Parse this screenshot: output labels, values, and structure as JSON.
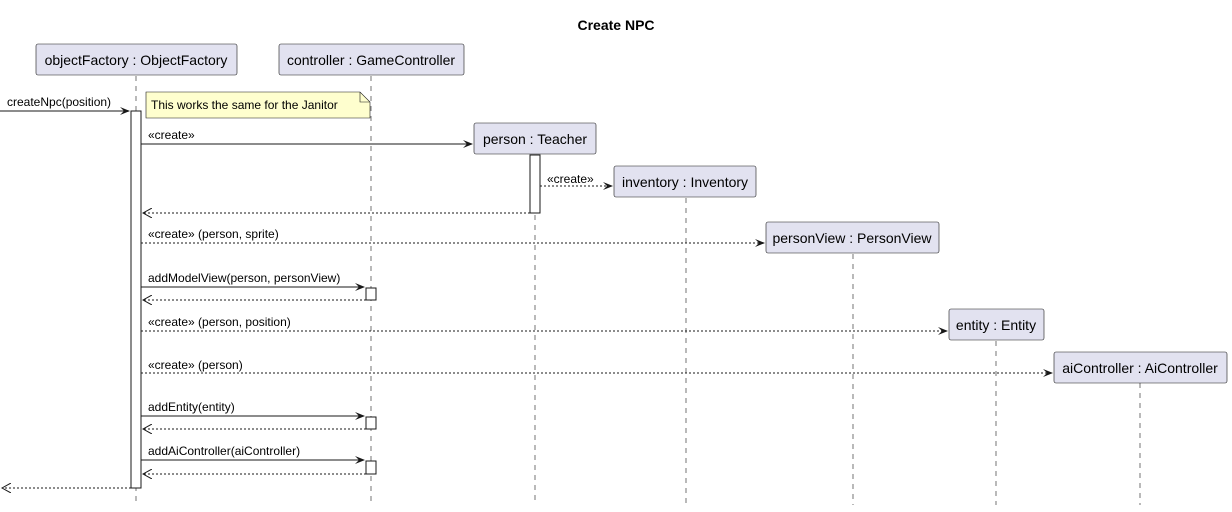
{
  "title": "Create NPC",
  "participants": {
    "objectFactory": "objectFactory : ObjectFactory",
    "controller": "controller : GameController",
    "person": "person : Teacher",
    "inventory": "inventory : Inventory",
    "personView": "personView : PersonView",
    "entity": "entity : Entity",
    "aiController": "aiController : AiController"
  },
  "note": "This works the same for the Janitor",
  "messages": {
    "createNpc": "createNpc(position)",
    "createPerson": "«create»",
    "createInventory": "«create»",
    "createPersonView": "«create» (person, sprite)",
    "addModelView": "addModelView(person, personView)",
    "createEntity": "«create» (person, position)",
    "createAiController": "«create» (person)",
    "addEntity": "addEntity(entity)",
    "addAiController": "addAiController(aiController)"
  }
}
